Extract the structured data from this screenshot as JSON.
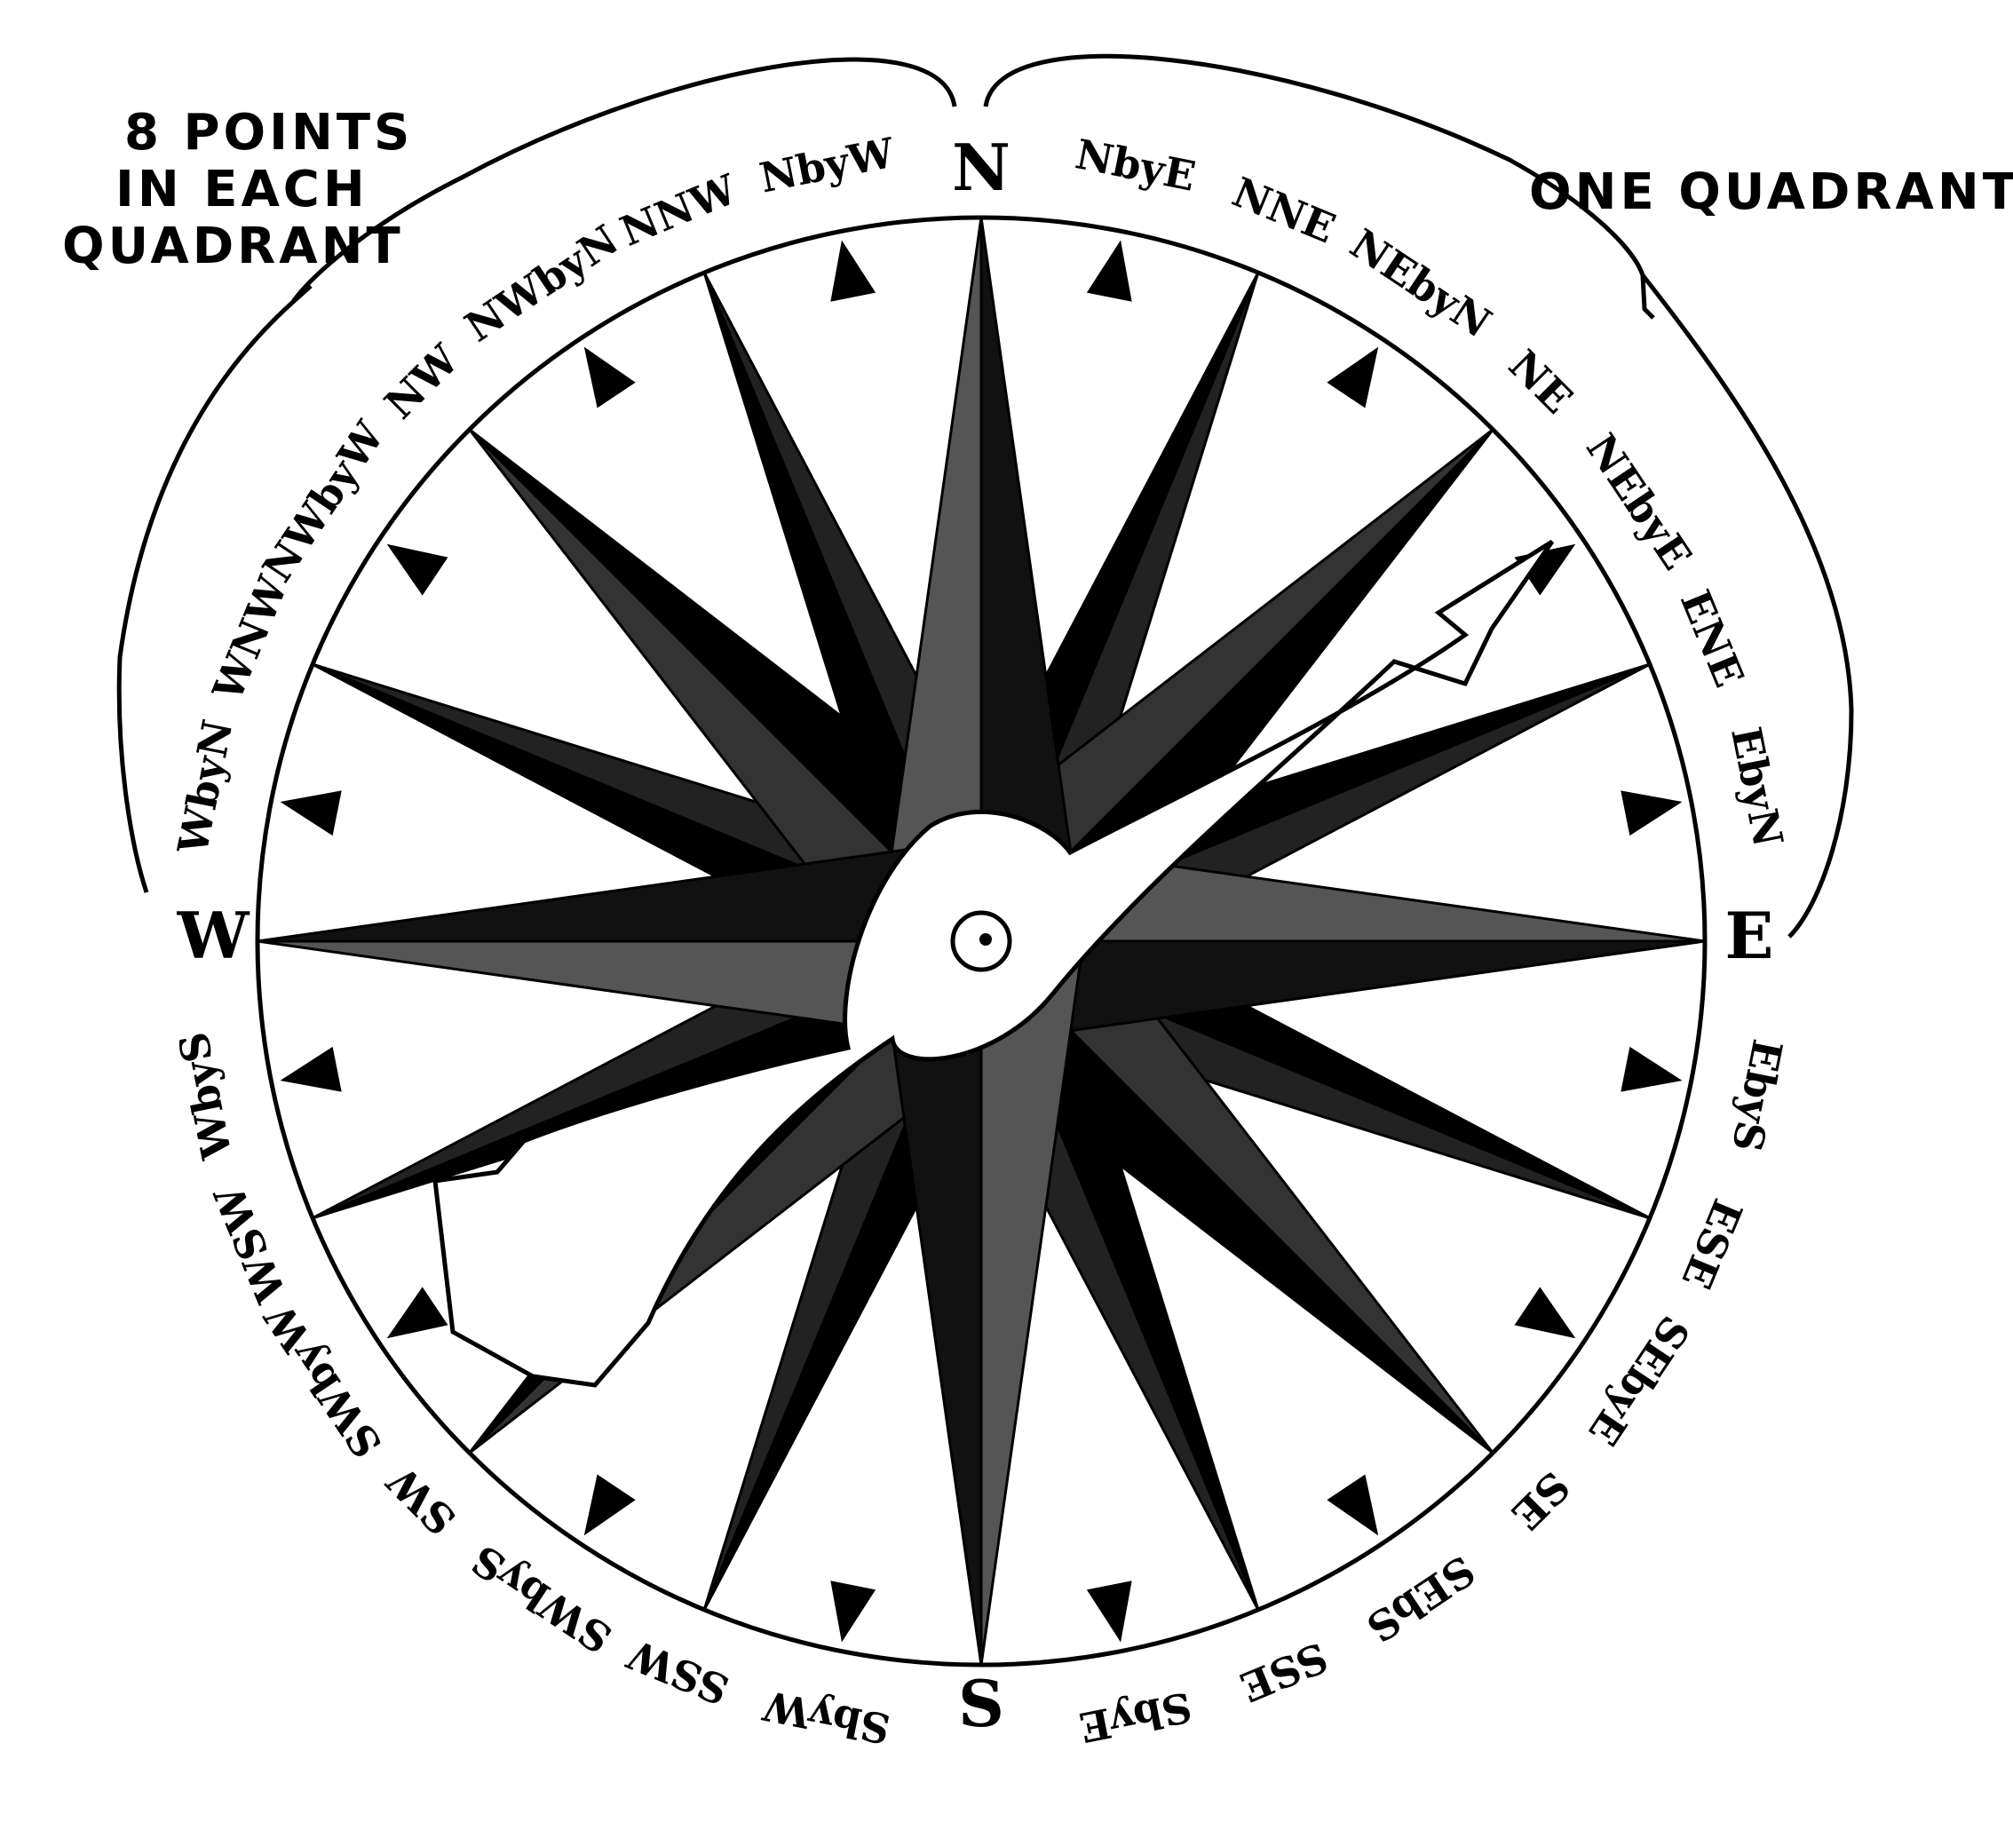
{
  "captions": {
    "left": [
      "8 POINTS",
      "IN EACH",
      "QUADRANT"
    ],
    "right": "ONE QUADRANT"
  },
  "compass_points": [
    "N",
    "NbyE",
    "NNE",
    "NEbyN",
    "NE",
    "NEbyE",
    "ENE",
    "EbyN",
    "E",
    "EbyS",
    "ESE",
    "SEbyE",
    "SE",
    "SEbS",
    "SSE",
    "SbyE",
    "S",
    "SbyW",
    "SSW",
    "SWbyS",
    "SW",
    "SWbyW",
    "WSW",
    "WbyS",
    "W",
    "WbyN",
    "WNW",
    "NWbyW",
    "NW",
    "NWbyN",
    "NNW",
    "NbyW"
  ],
  "points_per_quadrant": 8,
  "colors": {
    "ink": "#000000",
    "paper": "#ffffff"
  }
}
